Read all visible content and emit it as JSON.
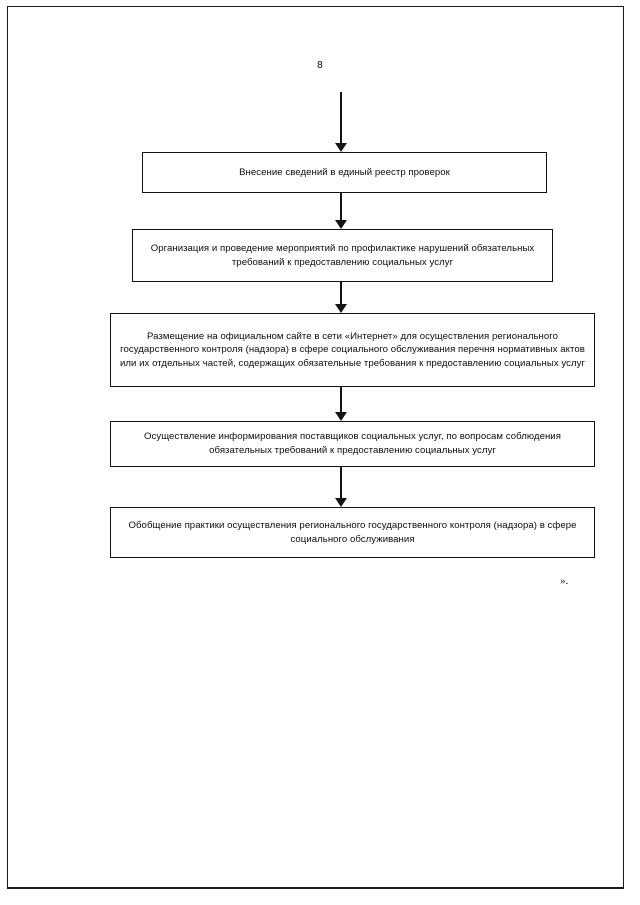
{
  "document": {
    "page_number": "8",
    "closing_mark": "».",
    "type": "flowchart"
  },
  "flowchart": {
    "boxes": [
      {
        "id": "box-1",
        "text": "Внесение сведений в единый реестр проверок"
      },
      {
        "id": "box-2",
        "text": "Организация и проведение мероприятий по профилактике нарушений обязательных требований к предоставлению социальных услуг"
      },
      {
        "id": "box-3",
        "text": "Размещение на официальном сайте в сети «Интернет» для осуществления регионального государственного контроля (надзора) в сфере социального обслуживания перечня нормативных актов или их отдельных частей, содержащих обязательные требования к предоставлению социальных услуг"
      },
      {
        "id": "box-4",
        "text": "Осуществление информирования поставщиков социальных услуг, по вопросам соблюдения обязательных требований к предоставлению социальных услуг"
      },
      {
        "id": "box-5",
        "text": "Обобщение практики осуществления регионального государственного контроля (надзора) в сфере социального обслуживания"
      }
    ]
  },
  "colors": {
    "ink": "#121212",
    "paper": "#ffffff"
  }
}
